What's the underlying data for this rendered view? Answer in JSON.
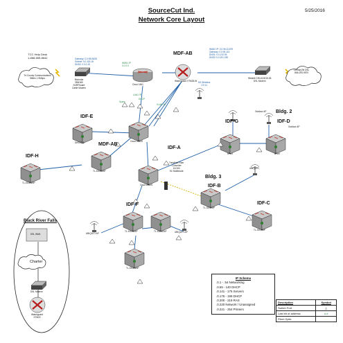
{
  "header": {
    "title_line1": "SourceCut Ind.",
    "title_line2": "Network Core Layout",
    "date": "5/25/2016"
  },
  "helpdesk": {
    "line1": "TCC Help Desk",
    "line2": "1-888-655-8642"
  },
  "isp_left": {
    "name": "Tri-County Communications",
    "detail": "5Mb/s 1.9Mbps"
  },
  "cable_modem": {
    "line1": "Motorola",
    "line2": "SB6180",
    "line3": "SURFboard",
    "line4": "Cable Modem"
  },
  "wan_left_ip": {
    "line1": "Gateway: 0.0.98.65/26",
    "line2": "Subnet: 0.0.115.18",
    "line3": "DNS2: 0.0.0.15"
  },
  "wan_right_ip": {
    "line1": "WAN2 IP: 0.0.96.112/29",
    "line2": "Gateway: 0.0.96.113",
    "line3": "DNS1: 0.0.210.95",
    "line4": "DNS2: 0.0.201.250"
  },
  "wan1_label": {
    "line1": "WAN1 IP",
    "line2": "0.0.0.0"
  },
  "dsl_modem": {
    "line1": "Westell C90-610015-06",
    "line2": "DSL Modem"
  },
  "isp_right": {
    "name": "CenturyTel DSL",
    "detail": "866-293-9570"
  },
  "mdf_ab_top": {
    "label": "MDF-AB",
    "device": "Watchguard",
    "model": "XTM26-W"
  },
  "core_router": {
    "name": "Cisco 1841"
  },
  "wireless_label": {
    "line1": "5G Wireless",
    "line2": "CH 11"
  },
  "links": {
    "lan1": "LAN1 IP",
    "dhcp": "DHCP",
    "spare": "Spare",
    "vlan1": "VLAN 10"
  },
  "core_switch": {
    "name": "Cisco 2950S"
  },
  "idf_e": {
    "label": "IDF-E",
    "device": "Dell 2716"
  },
  "mdf_ab": {
    "label": "MDF-AB",
    "device": "TL-SG3424P"
  },
  "idf_h": {
    "label": "IDF-H",
    "device": "TL-SG3424P"
  },
  "idf_a": {
    "label": "IDF-A",
    "device": "Cisco 2950S"
  },
  "fiber_converter": {
    "line1": "TrendNet Fiber",
    "line2": "Converter",
    "line3": "10/100",
    "line4": "SC Multimode"
  },
  "idf_g": {
    "label": "IDF-G",
    "device": "8Port"
  },
  "bldg2": {
    "label": "Bldg. 2"
  },
  "idf_d": {
    "label": "IDF-D",
    "device": "8Port"
  },
  "outdoor_ap_top1": "Outdoor AP",
  "outdoor_ap_top2": "Outdoor AP",
  "ubiquiti_mid": "UBIQUITI",
  "bldg3": {
    "label": "Bldg. 3"
  },
  "idf_b": {
    "label": "IDF-B",
    "device": "TL-SG108P"
  },
  "idf_c": {
    "label": "IDF-C",
    "device": "TL-SG108P"
  },
  "idf_f": {
    "label": "IDF-F",
    "device": "TL-SG3424P"
  },
  "idf_f_lower1": {
    "device": "TL-SG3424P"
  },
  "idf_f_lower2": {
    "device": "TL-SG3424P"
  },
  "ubiquiti_left": "UBIQUITI AP",
  "ubiquiti_right": "UBIQUITI AP",
  "black_river": {
    "label": "Black River Falls",
    "wan_label": "DSL WAN",
    "charter": "Charter",
    "modem": "DSL Modem",
    "device": "Watchguard",
    "model": "XTM22"
  },
  "ip_schema": {
    "title": "IP Schema",
    "rows": [
      ".0.1 - .54  Networking",
      ".0.55 - 140  DHCP",
      ".0.141 - 175  Servers",
      ".0.176 - 199 DHCP",
      ".0.200 - 219 RAS",
      ".0.220 Network / Unassigned",
      ".0.221 - 254  Printers"
    ]
  },
  "legend": {
    "col1": "Description",
    "col2": "Symbol",
    "rows": [
      {
        "desc": "Switch Port",
        "sym": "△"
      },
      {
        "desc": "Last bit of address",
        "sym": "#.#"
      },
      {
        "desc": "Fiber Optic",
        "sym": "- - -"
      }
    ]
  }
}
